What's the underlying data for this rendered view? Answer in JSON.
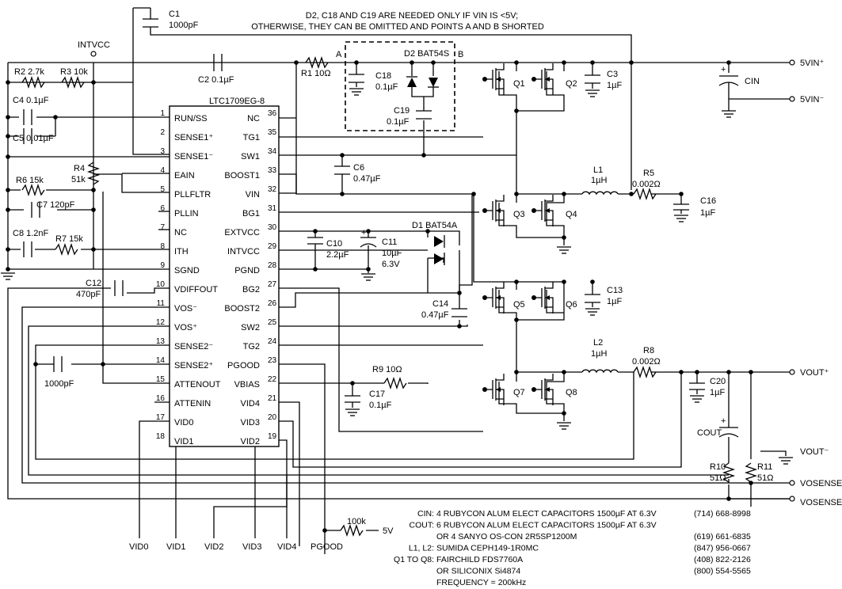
{
  "ic": {
    "part": "LTC1709EG-8",
    "left_pins": [
      {
        "num": "1",
        "name": "RUN/SS"
      },
      {
        "num": "2",
        "name": "SENSE1⁺"
      },
      {
        "num": "3",
        "name": "SENSE1⁻"
      },
      {
        "num": "4",
        "name": "EAIN"
      },
      {
        "num": "5",
        "name": "PLLFLTR"
      },
      {
        "num": "6",
        "name": "PLLIN"
      },
      {
        "num": "7",
        "name": "NC"
      },
      {
        "num": "8",
        "name": "ITH"
      },
      {
        "num": "9",
        "name": "SGND"
      },
      {
        "num": "10",
        "name": "VDIFFOUT"
      },
      {
        "num": "11",
        "name": "VOS⁻"
      },
      {
        "num": "12",
        "name": "VOS⁺"
      },
      {
        "num": "13",
        "name": "SENSE2⁻"
      },
      {
        "num": "14",
        "name": "SENSE2⁺"
      },
      {
        "num": "15",
        "name": "ATTENOUT"
      },
      {
        "num": "16",
        "name": "ATTENIN"
      },
      {
        "num": "17",
        "name": "VID0"
      },
      {
        "num": "18",
        "name": "VID1"
      }
    ],
    "right_pins": [
      {
        "num": "36",
        "name": "NC"
      },
      {
        "num": "35",
        "name": "TG1"
      },
      {
        "num": "34",
        "name": "SW1"
      },
      {
        "num": "33",
        "name": "BOOST1"
      },
      {
        "num": "32",
        "name": "VIN"
      },
      {
        "num": "31",
        "name": "BG1"
      },
      {
        "num": "30",
        "name": "EXTVCC"
      },
      {
        "num": "29",
        "name": "INTVCC"
      },
      {
        "num": "28",
        "name": "PGND"
      },
      {
        "num": "27",
        "name": "BG2"
      },
      {
        "num": "26",
        "name": "BOOST2"
      },
      {
        "num": "25",
        "name": "SW2"
      },
      {
        "num": "24",
        "name": "TG2"
      },
      {
        "num": "23",
        "name": "PGOOD"
      },
      {
        "num": "22",
        "name": "VBIAS"
      },
      {
        "num": "21",
        "name": "VID4"
      },
      {
        "num": "20",
        "name": "VID3"
      },
      {
        "num": "19",
        "name": "VID2"
      }
    ]
  },
  "note": {
    "line1": "D2, C18 AND C19 ARE NEEDED ONLY IF VIN IS <5V;",
    "line2": "OTHERWISE, THEY CAN BE OMITTED AND POINTS A AND B SHORTED"
  },
  "components": {
    "c1": "C1",
    "c1_val": "1000pF",
    "c2": "C2 0.1µF",
    "r1": "R1 10Ω",
    "point_a": "A",
    "point_b": "B",
    "d2": "D2 BAT54S",
    "c18": "C18",
    "c18_val": "0.1µF",
    "c19": "C19",
    "c19_val": "0.1µF",
    "q1": "Q1",
    "q2": "Q2",
    "q3": "Q3",
    "q4": "Q4",
    "q5": "Q5",
    "q6": "Q6",
    "q7": "Q7",
    "q8": "Q8",
    "c3": "C3",
    "c3_val": "1µF",
    "cin": "CIN",
    "intvcc_label": "INTVCC",
    "r2": "R2 2.7k",
    "r3": "R3 10k",
    "c4": "C4 0.1µF",
    "c5": "C5 0.01µF",
    "r4": "R4",
    "r4_val": "51k",
    "r6": "R6 15k",
    "c7": "C7 120pF",
    "c8": "C8 1.2nF",
    "r7": "R7 15k",
    "c6": "C6",
    "c6_val": "0.47µF",
    "l1": "L1",
    "l1_val": "1µH",
    "r5": "R5",
    "r5_val": "0.002Ω",
    "c16": "C16",
    "c16_val": "1µF",
    "d1": "D1 BAT54A",
    "c10": "C10",
    "c10_val": "2.2µF",
    "c11": "C11",
    "c11_val": "10µF",
    "c11_v": "6.3V",
    "c12": "C12",
    "c12_val": "470pF",
    "c14": "C14",
    "c14_val": "0.47µF",
    "c13": "C13",
    "c13_val": "1µF",
    "l2": "L2",
    "l2_val": "1µH",
    "r8": "R8",
    "r8_val": "0.002Ω",
    "c20": "C20",
    "c20_val": "1µF",
    "r9": "R9 10Ω",
    "c17": "C17",
    "c17_val": "0.1µF",
    "c_1000pf": "1000pF",
    "cout": "COUT",
    "r10": "R10",
    "r10_val": "51Ω",
    "r11": "R11",
    "r11_val": "51Ω",
    "r_100k": "100k",
    "v5": "5V",
    "plus": "+"
  },
  "terminals": {
    "vin_plus": "5VIN⁺",
    "vin_minus": "5VIN⁻",
    "vout_plus": "VOUT⁺",
    "vout_minus": "VOUT⁻",
    "vosense_plus": "VOSENSE⁺",
    "vosense_minus": "VOSENSE⁻",
    "vid0": "VID0",
    "vid1": "VID1",
    "vid2": "VID2",
    "vid3": "VID3",
    "vid4": "VID4",
    "pgood": "PGOOD"
  },
  "bom": [
    {
      "label": "CIN:",
      "text": "4 RUBYCON ALUM ELECT CAPACITORS 1500µF AT 6.3V",
      "phone": "(714) 668-8998"
    },
    {
      "label": "COUT:",
      "text": "6 RUBYCON ALUM ELECT CAPACITORS 1500µF AT 6.3V",
      "phone": ""
    },
    {
      "label": "",
      "text": "OR 4 SANYO OS-CON 2R5SP1200M",
      "phone": "(619) 661-6835"
    },
    {
      "label": "L1, L2:",
      "text": "SUMIDA CEPH149-1R0MC",
      "phone": "(847) 956-0667"
    },
    {
      "label": "Q1 TO Q8:",
      "text": "FAIRCHILD FDS7760A",
      "phone": "(408) 822-2126"
    },
    {
      "label": "",
      "text": "OR SILICONIX Si4874",
      "phone": "(800) 554-5565"
    },
    {
      "label": "",
      "text": "FREQUENCY = 200kHz",
      "phone": ""
    }
  ]
}
